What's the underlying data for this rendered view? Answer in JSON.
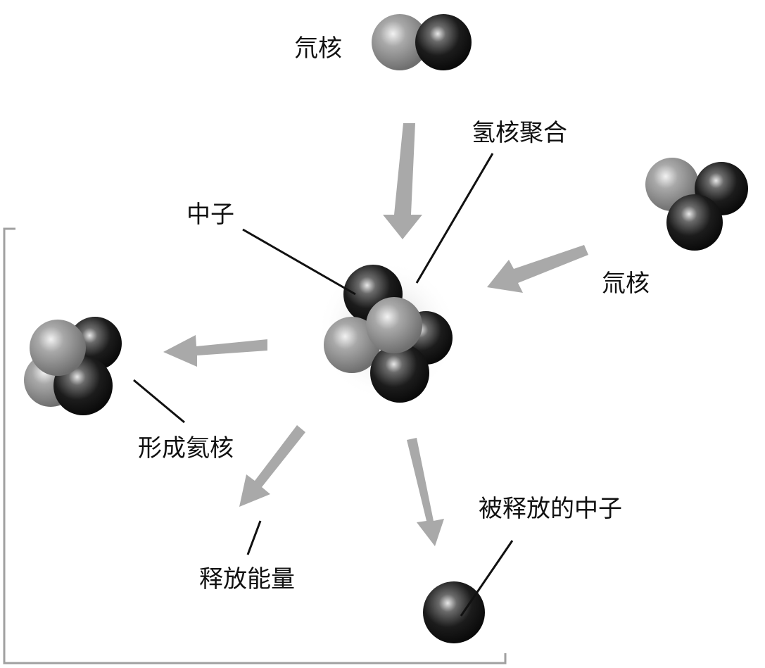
{
  "labels": {
    "deuterium_top": "氘核",
    "deuterium_right": "氚核",
    "fusion": "氢核聚合",
    "neutron": "中子",
    "helium": "形成氦核",
    "energy": "释放能量",
    "released_neutron": "被释放的中子"
  },
  "colors": {
    "proton": "#9a9a9a",
    "neutron": "#1e1e1e",
    "arrow": "#a9a9a9",
    "bracket": "#a0a0a0",
    "leader": "#111111"
  },
  "icons": {
    "arrow": "arrow-icon",
    "particle": "nucleon-sphere-icon"
  }
}
